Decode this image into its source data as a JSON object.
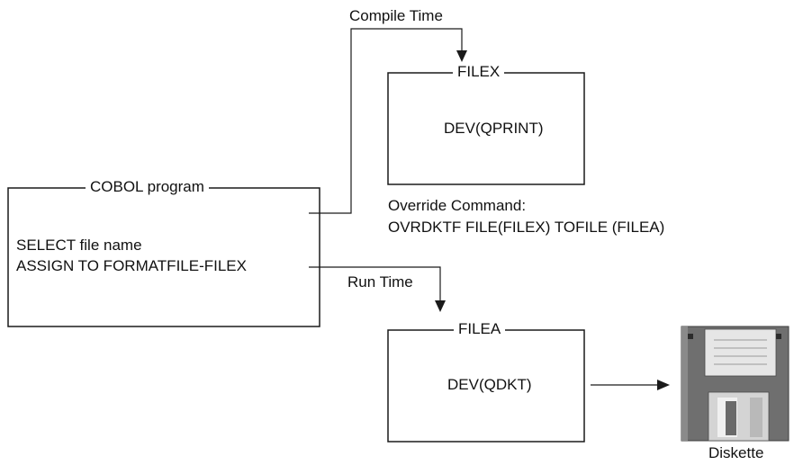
{
  "labels": {
    "compile_time": "Compile Time",
    "run_time": "Run Time",
    "diskette": "Diskette"
  },
  "boxes": {
    "cobol": {
      "title": "COBOL program",
      "line1": "SELECT file name",
      "line2": "ASSIGN TO FORMATFILE-FILEX"
    },
    "filex": {
      "title": "FILEX",
      "content": "DEV(QPRINT)"
    },
    "filea": {
      "title": "FILEA",
      "content": "DEV(QDKT)"
    }
  },
  "override": {
    "heading": "Override Command:",
    "command": "OVRDKTF FILE(FILEX) TOFILE (FILEA)"
  },
  "colors": {
    "line": "#1a1a1a",
    "disk_body": "#6f6f6f",
    "disk_label": "#e6e6e6"
  }
}
